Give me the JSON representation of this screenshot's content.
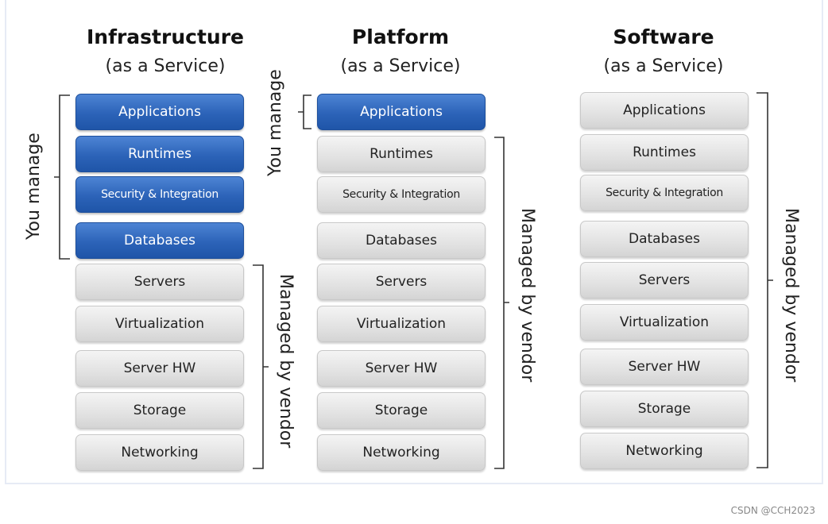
{
  "columns": [
    {
      "title": "Infrastructure",
      "subtitle": "(as a Service)",
      "layers": [
        {
          "label": "Applications",
          "managed_by": "you"
        },
        {
          "label": "Runtimes",
          "managed_by": "you"
        },
        {
          "label": "Security & Integration",
          "managed_by": "you"
        },
        {
          "label": "Databases",
          "managed_by": "you"
        },
        {
          "label": "Servers",
          "managed_by": "vendor"
        },
        {
          "label": "Virtualization",
          "managed_by": "vendor"
        },
        {
          "label": "Server HW",
          "managed_by": "vendor"
        },
        {
          "label": "Storage",
          "managed_by": "vendor"
        },
        {
          "label": "Networking",
          "managed_by": "vendor"
        }
      ]
    },
    {
      "title": "Platform",
      "subtitle": "(as a Service)",
      "layers": [
        {
          "label": "Applications",
          "managed_by": "you"
        },
        {
          "label": "Runtimes",
          "managed_by": "vendor"
        },
        {
          "label": "Security & Integration",
          "managed_by": "vendor"
        },
        {
          "label": "Databases",
          "managed_by": "vendor"
        },
        {
          "label": "Servers",
          "managed_by": "vendor"
        },
        {
          "label": "Virtualization",
          "managed_by": "vendor"
        },
        {
          "label": "Server HW",
          "managed_by": "vendor"
        },
        {
          "label": "Storage",
          "managed_by": "vendor"
        },
        {
          "label": "Networking",
          "managed_by": "vendor"
        }
      ]
    },
    {
      "title": "Software",
      "subtitle": "(as a Service)",
      "layers": [
        {
          "label": "Applications",
          "managed_by": "vendor"
        },
        {
          "label": "Runtimes",
          "managed_by": "vendor"
        },
        {
          "label": "Security & Integration",
          "managed_by": "vendor"
        },
        {
          "label": "Databases",
          "managed_by": "vendor"
        },
        {
          "label": "Servers",
          "managed_by": "vendor"
        },
        {
          "label": "Virtualization",
          "managed_by": "vendor"
        },
        {
          "label": "Server HW",
          "managed_by": "vendor"
        },
        {
          "label": "Storage",
          "managed_by": "vendor"
        },
        {
          "label": "Networking",
          "managed_by": "vendor"
        }
      ]
    }
  ],
  "labels": {
    "you_manage": "You manage",
    "managed_by_vendor": "Managed by vendor"
  },
  "colors": {
    "you_manage_fill": "#2c63b8",
    "vendor_fill": "#e2e2e2",
    "bracket": "#333333"
  },
  "watermark": "CSDN @CCH2023"
}
